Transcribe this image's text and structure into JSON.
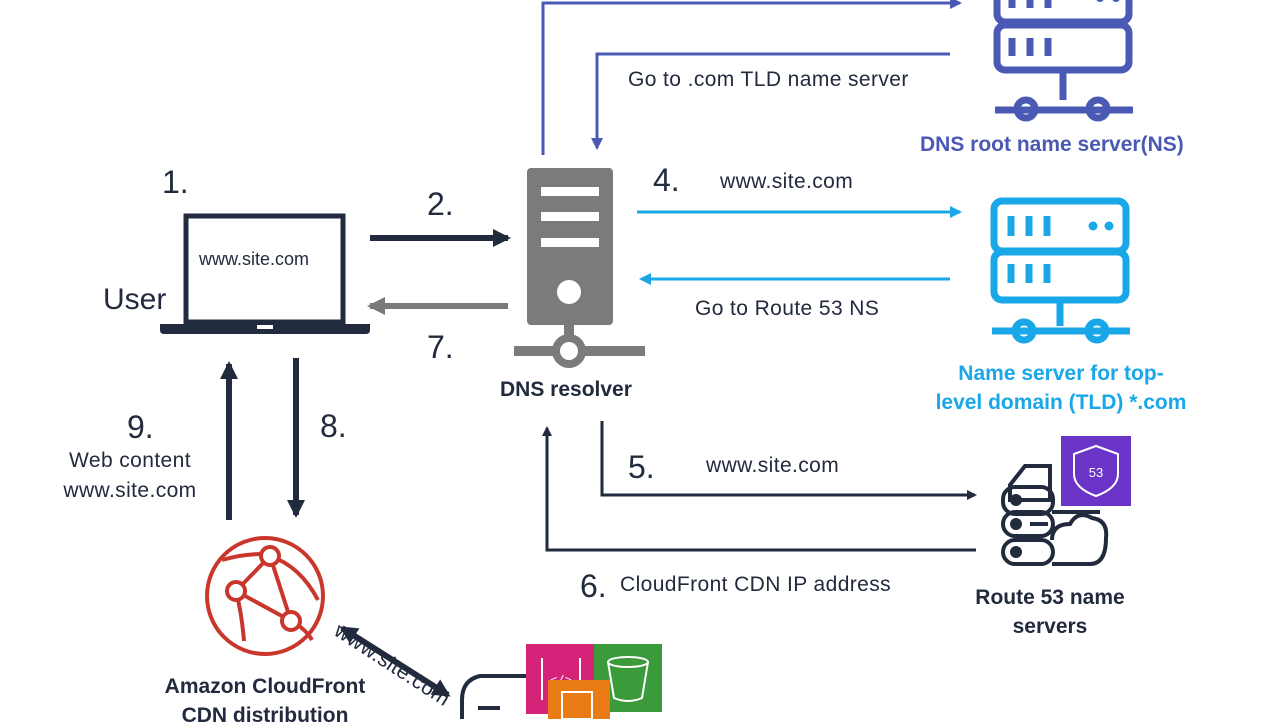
{
  "user": {
    "label": "User",
    "screen_text": "www.site.com",
    "step": "1."
  },
  "resolver": {
    "label": "DNS resolver"
  },
  "root_ns": {
    "label": "DNS root name server(NS)",
    "reply": "Go to .com TLD name server",
    "color": "#4a5ab4"
  },
  "tld_ns": {
    "label_line1": "Name server for top-",
    "label_line2": "level domain (TLD) *.com",
    "step": "4.",
    "query": "www.site.com",
    "reply": "Go to Route 53 NS",
    "color": "#1aa7e8"
  },
  "route53": {
    "label_line1": "Route 53 name",
    "label_line2": "servers",
    "step": "5.",
    "query": "www.site.com",
    "reply_step": "6.",
    "reply": "CloudFront CDN IP address",
    "badge_text": "53",
    "badge_color": "#6b34c8"
  },
  "steps": {
    "s2": "2.",
    "s7": "7.",
    "s8": "8.",
    "s9": "9."
  },
  "web_content": {
    "line1": "Web content",
    "line2": "www.site.com"
  },
  "cloudfront": {
    "label_line1": "Amazon CloudFront",
    "label_line2": "CDN distribution",
    "color": "#c9372c"
  },
  "origin": {
    "link_label": "www.site.com"
  },
  "colors": {
    "navy": "#222a3d",
    "gray": "#7a7a7a",
    "resolver_gray": "#7b7b7b"
  }
}
